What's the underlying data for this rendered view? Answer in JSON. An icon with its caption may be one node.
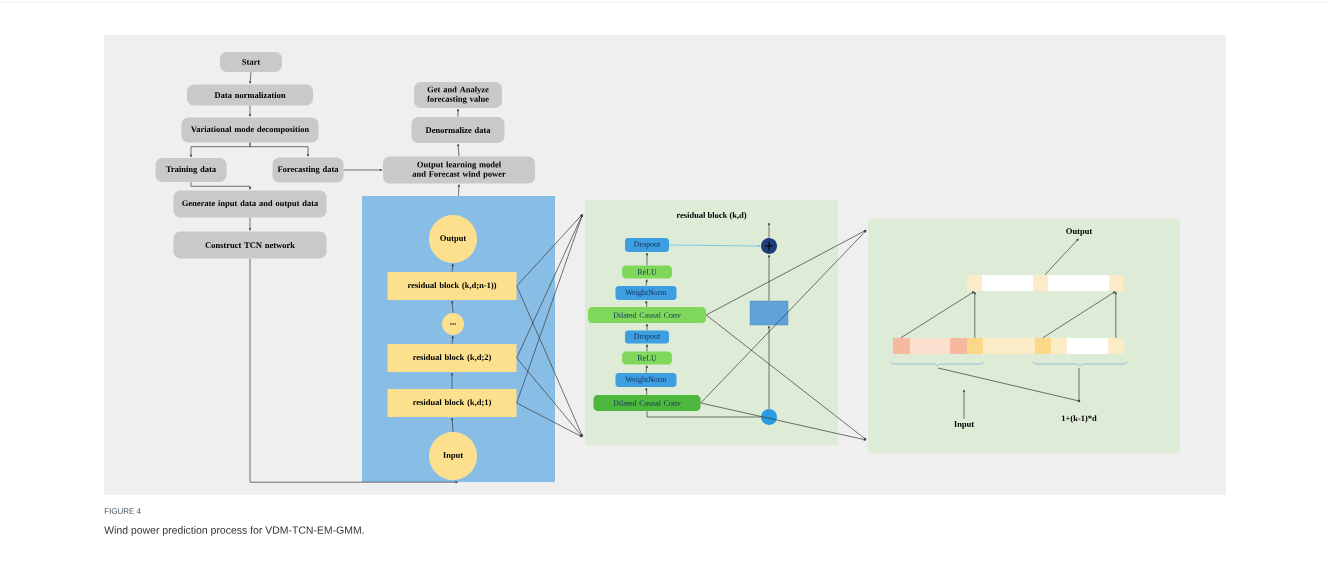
{
  "diagram": {
    "caption": "Wind power prediction process for VDM-TCN-EM-GMM.",
    "nodes": [
      {
        "text": [
          "Start"
        ]
      },
      {
        "text": [
          "Data normalization"
        ]
      },
      {
        "text": [
          "Variational mode decomposition"
        ]
      },
      {
        "text": [
          "Training data"
        ]
      },
      {
        "text": [
          "Forecasting data"
        ]
      },
      {
        "text": [
          "Generate input data and output data"
        ]
      },
      {
        "text": [
          "Construct TCN network"
        ]
      },
      {
        "text": [
          "Get and Analyze forecasting value"
        ]
      },
      {
        "text": [
          "Denormalize data"
        ]
      },
      {
        "text": [
          "Output learning model and Forecast wind power"
        ]
      },
      {
        "text": [],
        "shape": "box"
      },
      {
        "text": [
          "Output"
        ],
        "in": 10
      },
      {
        "text": [
          "residual block (k,d;n-1))"
        ],
        "in": 10
      },
      {
        "text": [
          "..."
        ],
        "in": 10
      },
      {
        "text": [
          "residual block (k,d;2)"
        ],
        "in": 10
      },
      {
        "text": [
          "residual block (k,d;1)"
        ],
        "in": 10
      },
      {
        "text": [
          "Input"
        ],
        "in": 10
      },
      {
        "text": [
          "residual block (k,d)"
        ]
      },
      {
        "text": [
          "Dropout"
        ],
        "in": 17
      },
      {
        "text": [
          "ReLU"
        ],
        "in": 17
      },
      {
        "text": [
          "WeightNorm"
        ],
        "in": 17
      },
      {
        "text": [
          "Dilated Causal Conv"
        ],
        "in": 17
      },
      {
        "text": [
          "Dropout"
        ],
        "in": 17
      },
      {
        "text": [
          "ReLU"
        ],
        "in": 17
      },
      {
        "text": [
          "WeightNorm"
        ],
        "in": 17
      },
      {
        "text": [
          "Dilated Causal Conv"
        ],
        "in": 17
      },
      {
        "text": [],
        "shape": "circle",
        "in": 17
      },
      {
        "text": [],
        "shape": "box",
        "in": 17
      },
      {
        "text": [],
        "shape": "circle",
        "in": 17
      },
      {
        "text": [],
        "shape": "box"
      },
      {
        "text": [
          "Output"
        ],
        "in": 29
      },
      {
        "text": [],
        "shape": "bar",
        "in": 29
      },
      {
        "text": [],
        "shape": "bar",
        "in": 29
      },
      {
        "text": [
          "Input"
        ],
        "in": 29
      }
    ],
    "edges": [
      {
        "from": 0,
        "to": 1,
        "arrow": "to"
      },
      {
        "from": 1,
        "to": 2,
        "arrow": "to"
      },
      {
        "from": 2,
        "to": 3,
        "arrow": "to"
      },
      {
        "from": 2,
        "to": 4,
        "arrow": "to"
      },
      {
        "from": 3,
        "to": 5,
        "arrow": "to"
      },
      {
        "from": 5,
        "to": 6,
        "arrow": "to"
      },
      {
        "from": 6,
        "to": 10,
        "arrow": "to"
      },
      {
        "from": 4,
        "to": 9,
        "arrow": "to"
      },
      {
        "from": 10,
        "to": 9,
        "arrow": "to"
      },
      {
        "from": 9,
        "to": 8,
        "arrow": "to"
      },
      {
        "from": 8,
        "to": 7,
        "arrow": "to"
      },
      {
        "from": 16,
        "to": 15,
        "arrow": "to"
      },
      {
        "from": 15,
        "to": 14,
        "arrow": "to"
      },
      {
        "from": 14,
        "to": 13,
        "arrow": "to"
      },
      {
        "from": 13,
        "to": 12,
        "arrow": "to"
      },
      {
        "from": 12,
        "to": 11,
        "arrow": "to"
      },
      {
        "from": 12,
        "to": 17,
        "arrow": "to"
      },
      {
        "from": 12,
        "to": 17,
        "arrow": "to"
      },
      {
        "from": 14,
        "to": 17,
        "arrow": "to"
      },
      {
        "from": 14,
        "to": 17,
        "arrow": "to"
      },
      {
        "from": 15,
        "to": 17,
        "arrow": "to"
      },
      {
        "from": 15,
        "to": 17,
        "arrow": "to"
      },
      {
        "from": 25,
        "to": 24,
        "arrow": "to"
      },
      {
        "from": 24,
        "to": 23,
        "arrow": "to"
      },
      {
        "from": 23,
        "to": 22,
        "arrow": "to"
      },
      {
        "from": 22,
        "to": 21,
        "arrow": "to"
      },
      {
        "from": 21,
        "to": 20,
        "arrow": "to"
      },
      {
        "from": 20,
        "to": 19,
        "arrow": "to"
      },
      {
        "from": 19,
        "to": 18,
        "arrow": "to"
      },
      {
        "from": 18,
        "to": 26,
        "arrow": "to",
        "color": "#5bb8e8"
      },
      {
        "from": 25,
        "to": 28,
        "arrow": "none"
      },
      {
        "from": 28,
        "to": 27,
        "arrow": "to"
      },
      {
        "from": 27,
        "to": 26,
        "arrow": "to"
      },
      {
        "from": 26,
        "to": null,
        "arrow": "to"
      },
      {
        "from": 21,
        "to": 29,
        "arrow": "to"
      },
      {
        "from": 21,
        "to": 29,
        "arrow": "to"
      },
      {
        "from": 25,
        "to": 29,
        "arrow": "to"
      },
      {
        "from": 25,
        "to": 29,
        "arrow": "to"
      },
      {
        "from": 31,
        "to": 30,
        "arrow": "to"
      },
      {
        "from": 33,
        "to": null,
        "arrow": "to"
      },
      {
        "from": 32,
        "to": 31,
        "arrow": "to"
      },
      {
        "from": 32,
        "to": 31,
        "arrow": "to"
      },
      {
        "from": 32,
        "to": 31,
        "arrow": "to"
      },
      {
        "from": 32,
        "to": 31,
        "arrow": "to"
      }
    ],
    "labels": [
      "1+(k-1)*d",
      "FIGURE 4"
    ]
  }
}
